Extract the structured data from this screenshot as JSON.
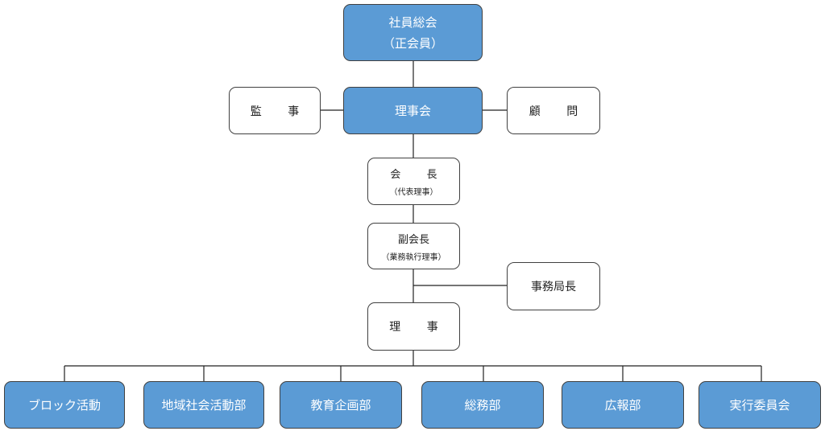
{
  "nodes": {
    "general_meeting": {
      "line1": "社員総会",
      "line2": "（正会員）"
    },
    "board": {
      "label": "理事会"
    },
    "auditor": {
      "label": "監 事"
    },
    "advisor": {
      "label": "顧 問"
    },
    "president": {
      "label": "会 長",
      "sub": "（代表理事）"
    },
    "vice_president": {
      "label": "副会長",
      "sub": "（業務執行理事）"
    },
    "secretary_general": {
      "label": "事務局長"
    },
    "directors": {
      "label": "理 事"
    }
  },
  "departments": [
    {
      "label": "ブロック活動"
    },
    {
      "label": "地域社会活動部"
    },
    {
      "label": "教育企画部"
    },
    {
      "label": "総務部"
    },
    {
      "label": "広報部"
    },
    {
      "label": "実行委員会"
    }
  ]
}
